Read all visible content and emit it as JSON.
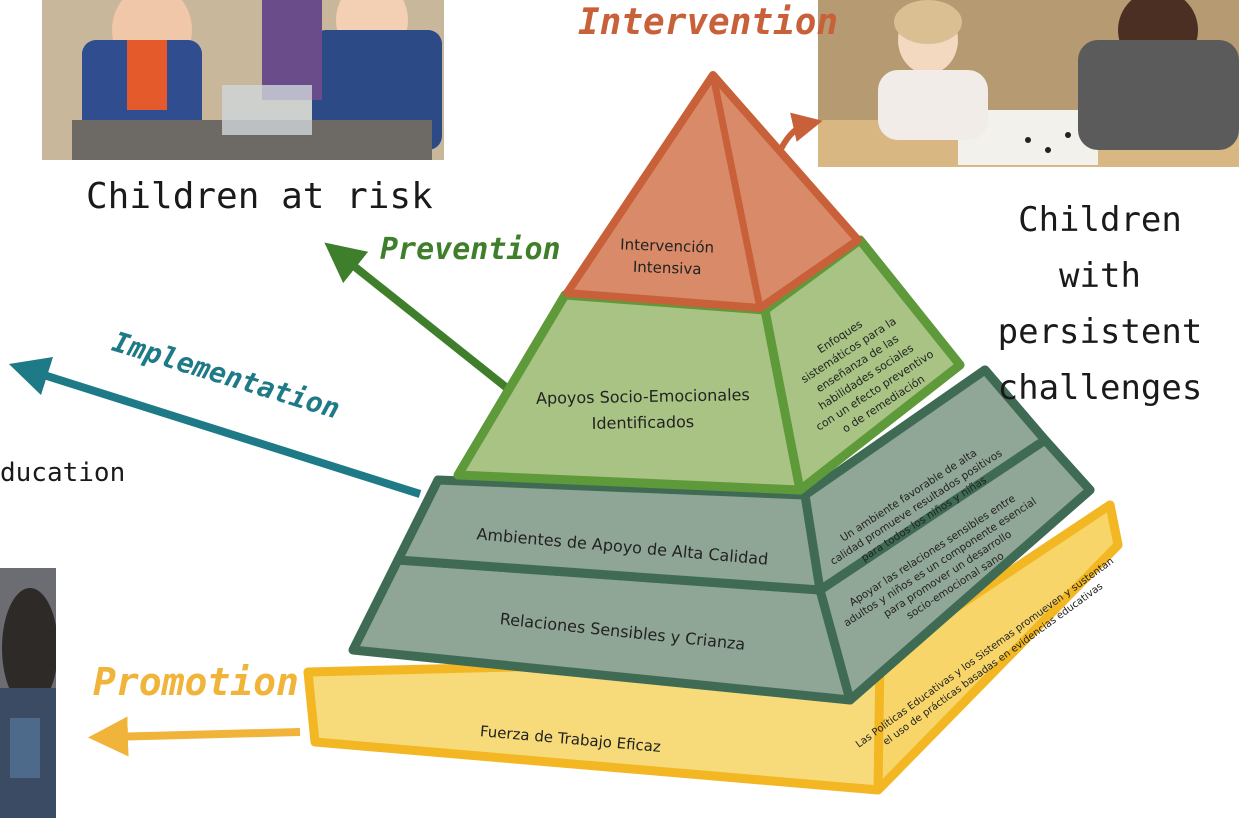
{
  "headings": {
    "intervention": "Intervention",
    "prevention": "Prevention",
    "implementation": "Implementation",
    "promotion": "Promotion"
  },
  "captions": {
    "children_at_risk": "Children at risk",
    "children_persistent": [
      "Children with",
      "persistent",
      "challenges"
    ],
    "education_partial": "ducation"
  },
  "pyramid": {
    "tiers": [
      {
        "id": "intensive",
        "label_lines": [
          "Intervención",
          "Intensiva"
        ]
      },
      {
        "id": "socio",
        "label_lines": [
          "Apoyos Socio-Emocionales",
          "Identificados"
        ],
        "side_lines": [
          "Enfoques",
          "sistemáticos para la",
          "enseñanza de las",
          "habilidades sociales",
          "con un efecto preventivo",
          "o de remediación"
        ]
      },
      {
        "id": "ambientes",
        "label_lines": [
          "Ambientes de Apoyo de Alta Calidad"
        ],
        "side_lines": [
          "Un ambiente favorable de alta",
          "calidad promueve resultados positivos",
          "para todos los niños y niñas"
        ]
      },
      {
        "id": "relaciones",
        "label_lines": [
          "Relaciones Sensibles y Crianza"
        ],
        "side_lines": [
          "Apoyar las relaciones sensibles entre",
          "adultos y niños es un componente esencial",
          "para promover un desarrollo",
          "socio-emocional sano"
        ]
      },
      {
        "id": "fuerza",
        "label_lines": [
          "Fuerza de Trabajo Eficaz"
        ],
        "side_lines": [
          "Las Políticas Educativas y los Sistemas promueven y sustentan",
          "el uso de prácticas basadas en evidencias educativas"
        ]
      }
    ]
  },
  "colors": {
    "intervention": "#c8613a",
    "prevention": "#3f7f2b",
    "implementation": "#1d7a86",
    "promotion": "#f0b43a",
    "orange_fill": "#d98a68",
    "green_light": "#a8c384",
    "green_border": "#5e9a3a",
    "dark_green": "#3f6b55",
    "gray_green": "#8fa595",
    "yellow_fill": "#f7da7a",
    "yellow_border": "#f2b722"
  },
  "icons": {
    "photo1": "children-with-tray-photo",
    "photo2": "child-and-adult-playing-photo",
    "photo3": "student-photo"
  }
}
